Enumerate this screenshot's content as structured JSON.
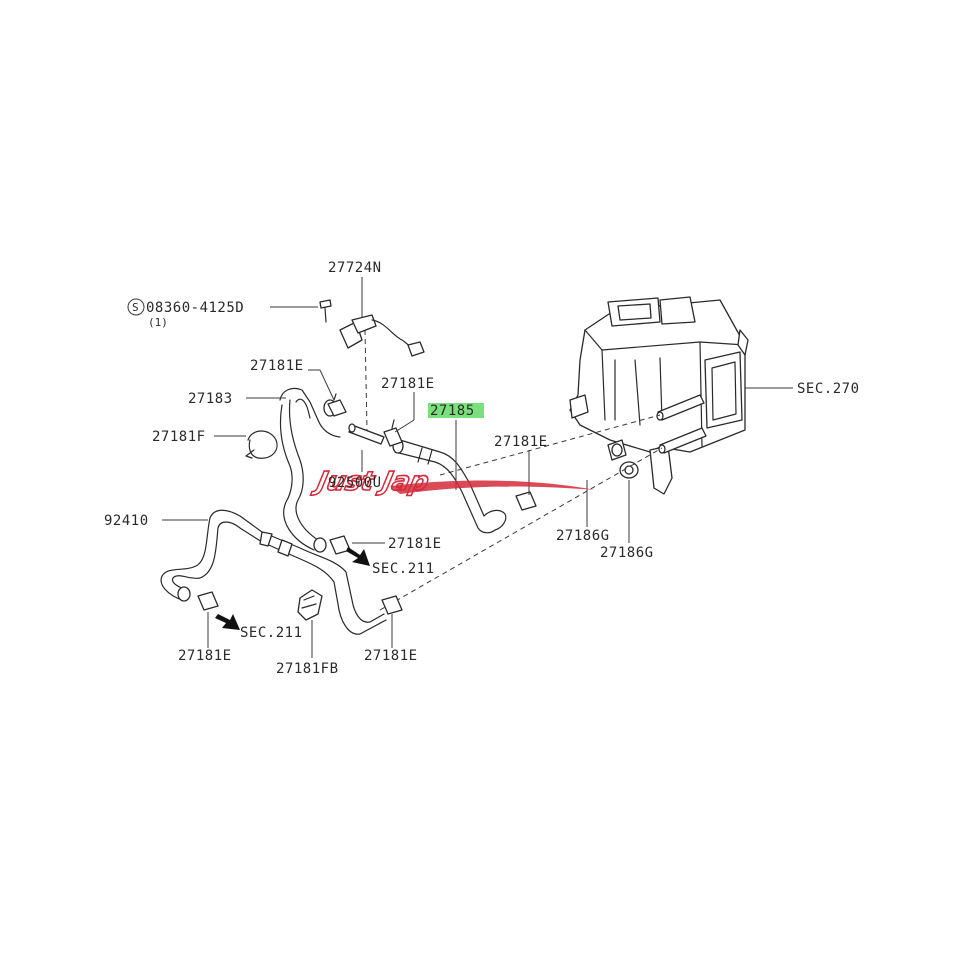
{
  "diagram": {
    "callouts": {
      "c27724N": "27724N",
      "c08360": "08360-4125D",
      "c08360_qty": "(1)",
      "c27181E_a": "27181E",
      "c27181E_b": "27181E",
      "c27183": "27183",
      "c27185": "27185",
      "c27181E_c": "27181E",
      "c27181F": "27181F",
      "c92500U": "92500U",
      "c92410": "92410",
      "c27181E_d": "27181E",
      "sec211_a": "SEC.211",
      "sec211_b": "SEC.211",
      "c27181E_e": "27181E",
      "c27181FB": "27181FB",
      "c27181E_f": "27181E",
      "c27186G_a": "27186G",
      "c27186G_b": "27186G",
      "sec270": "SEC.270"
    },
    "screw_symbol": "S",
    "watermark": "Just Jap",
    "highlight_color": "#7be07b",
    "watermark_color": "#d42a3a"
  }
}
